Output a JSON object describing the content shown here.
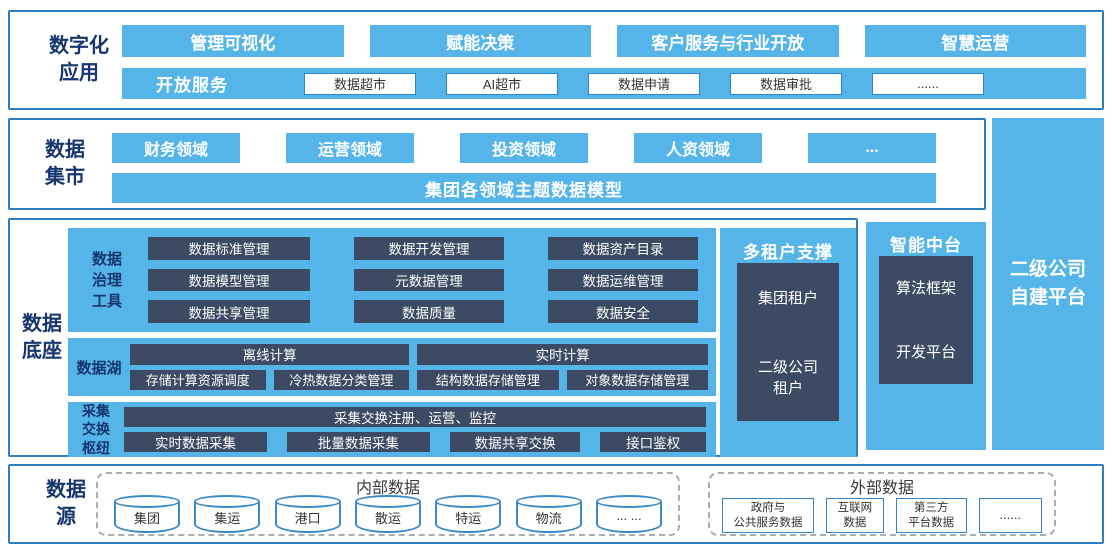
{
  "colors": {
    "sky": "#55b5e9",
    "border_blue": "#2d7fc1",
    "navy": "#17356e",
    "slate": "#3c4b63",
    "chip_border": "#2e86c9",
    "dash_gray": "#a7adb5"
  },
  "sections": {
    "digital": {
      "label_lines": [
        "数字化",
        "应用"
      ],
      "apps": [
        "管理可视化",
        "赋能决策",
        "客户服务与行业开放",
        "智慧运营"
      ],
      "open_service": {
        "label": "开放服务",
        "items": [
          "数据超市",
          "AI超市",
          "数据申请",
          "数据审批",
          "......"
        ]
      }
    },
    "mart": {
      "label_lines": [
        "数据",
        "集市"
      ],
      "domains": [
        "财务领域",
        "运营领域",
        "投资领域",
        "人资领域",
        "..."
      ],
      "model_bar": "集团各领域主题数据模型"
    },
    "base": {
      "label_lines": [
        "数据",
        "底座"
      ],
      "governance": {
        "label_lines": [
          "数据",
          "治理",
          "工具"
        ],
        "items": [
          "数据标准管理",
          "数据开发管理",
          "数据资产目录",
          "数据模型管理",
          "元数据管理",
          "数据运维管理",
          "数据共享管理",
          "数据质量",
          "数据安全"
        ]
      },
      "lake": {
        "label": "数据湖",
        "computes": [
          "离线计算",
          "实时计算"
        ],
        "stores": [
          "存储计算资源调度",
          "冷热数据分类管理",
          "结构数据存储管理",
          "对象数据存储管理"
        ]
      },
      "hub": {
        "label_lines": [
          "采集",
          "交换",
          "枢纽"
        ],
        "bar": "采集交换注册、运营、监控",
        "items": [
          "实时数据采集",
          "批量数据采集",
          "数据共享交换",
          "接口鉴权"
        ]
      },
      "tenant": {
        "title": "多租户支撑",
        "items": [
          "集团租户",
          "二级公司\n租户"
        ]
      }
    },
    "ai": {
      "title": "智能中台",
      "items": [
        "算法框架",
        "开发平台"
      ]
    },
    "subsidiary": {
      "title_lines": [
        "二级公司",
        "自建平台"
      ]
    },
    "source": {
      "label_lines": [
        "数据",
        "源"
      ],
      "internal": {
        "title": "内部数据",
        "items": [
          "集团",
          "集运",
          "港口",
          "散运",
          "特运",
          "物流",
          "... ..."
        ]
      },
      "external": {
        "title": "外部数据",
        "items": [
          "政府与\n公共服务数据",
          "互联网\n数据",
          "第三方\n平台数据",
          "......"
        ]
      }
    }
  }
}
